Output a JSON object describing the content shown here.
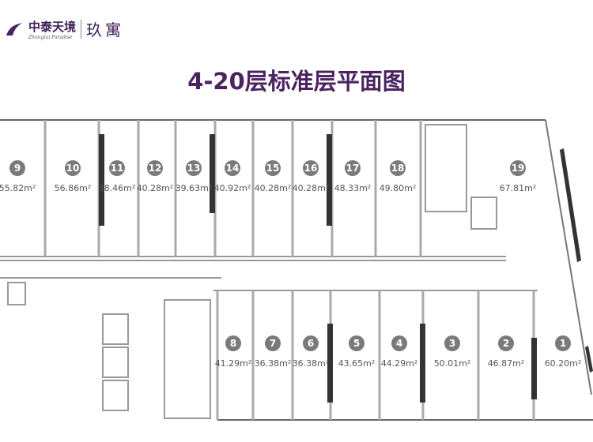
{
  "logo": {
    "brand_cn": "中泰天境",
    "brand_en": "Zhongtai Paradise",
    "product": "玖寓"
  },
  "title": "4-20层标准层平面图",
  "colors": {
    "title": "#4a2360",
    "badge": "#7a7a7a",
    "wall": "#333333"
  },
  "units": [
    {
      "no": "9",
      "area": "55.82m²"
    },
    {
      "no": "10",
      "area": "56.86m²"
    },
    {
      "no": "11",
      "area": "38.46m²"
    },
    {
      "no": "12",
      "area": "40.28m²"
    },
    {
      "no": "13",
      "area": "39.63m²"
    },
    {
      "no": "14",
      "area": "40.92m²"
    },
    {
      "no": "15",
      "area": "40.28m²"
    },
    {
      "no": "16",
      "area": "40.28m²"
    },
    {
      "no": "17",
      "area": "48.33m²"
    },
    {
      "no": "18",
      "area": "49.80m²"
    },
    {
      "no": "19",
      "area": "67.81m²"
    },
    {
      "no": "8",
      "area": "41.29m²"
    },
    {
      "no": "7",
      "area": "36.38m²"
    },
    {
      "no": "6",
      "area": "36.38m²"
    },
    {
      "no": "5",
      "area": "43.65m²"
    },
    {
      "no": "4",
      "area": "44.29m²"
    },
    {
      "no": "3",
      "area": "50.01m²"
    },
    {
      "no": "2",
      "area": "46.87m²"
    },
    {
      "no": "1",
      "area": "60.20m²"
    }
  ]
}
